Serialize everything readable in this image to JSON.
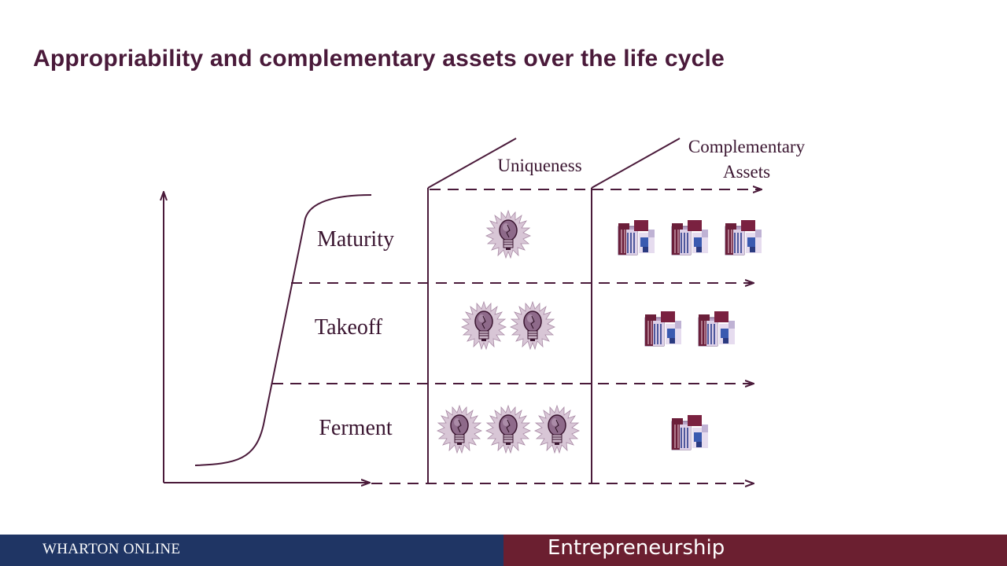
{
  "title": "Appropriability and complementary assets over the life cycle",
  "columns": {
    "uniqueness": "Uniqueness",
    "complementary_line1": "Complementary",
    "complementary_line2": "Assets"
  },
  "stages": [
    {
      "label": "Maturity",
      "uniqueness_count": 1,
      "assets_count": 3
    },
    {
      "label": "Takeoff",
      "uniqueness_count": 2,
      "assets_count": 2
    },
    {
      "label": "Ferment",
      "uniqueness_count": 3,
      "assets_count": 1
    }
  ],
  "icons": {
    "uniqueness": "lightbulb-icon",
    "assets": "factory-icon"
  },
  "colors": {
    "line": "#4a1a3a",
    "footer_left": "#1f3564",
    "footer_right": "#6b1f30"
  },
  "footer": {
    "organization": "WHARTON ONLINE",
    "course": "Entrepreneurship"
  }
}
